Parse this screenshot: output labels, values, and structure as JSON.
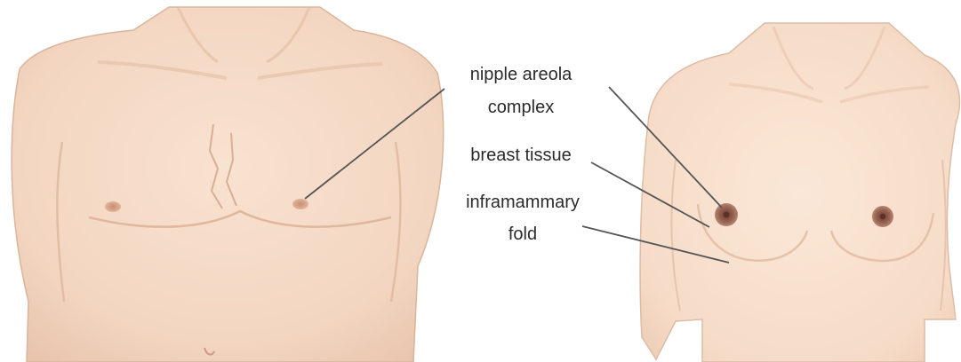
{
  "figure": {
    "male_torso": {
      "label": "male-torso-illustration"
    },
    "female_torso": {
      "label": "female-torso-illustration"
    },
    "callouts": {
      "nipple_areola_line1": "nipple areola",
      "nipple_areola_line2": "complex",
      "breast_tissue": "breast tissue",
      "inframammary_line1": "inframammary",
      "inframammary_line2": "fold"
    },
    "colors": {
      "skin": "#f6dcc8",
      "skin_shadow": "#e9c2a8",
      "areola_male": "#d7a488",
      "areola_female": "#8e5a4c",
      "leader_line": "#555555"
    }
  }
}
